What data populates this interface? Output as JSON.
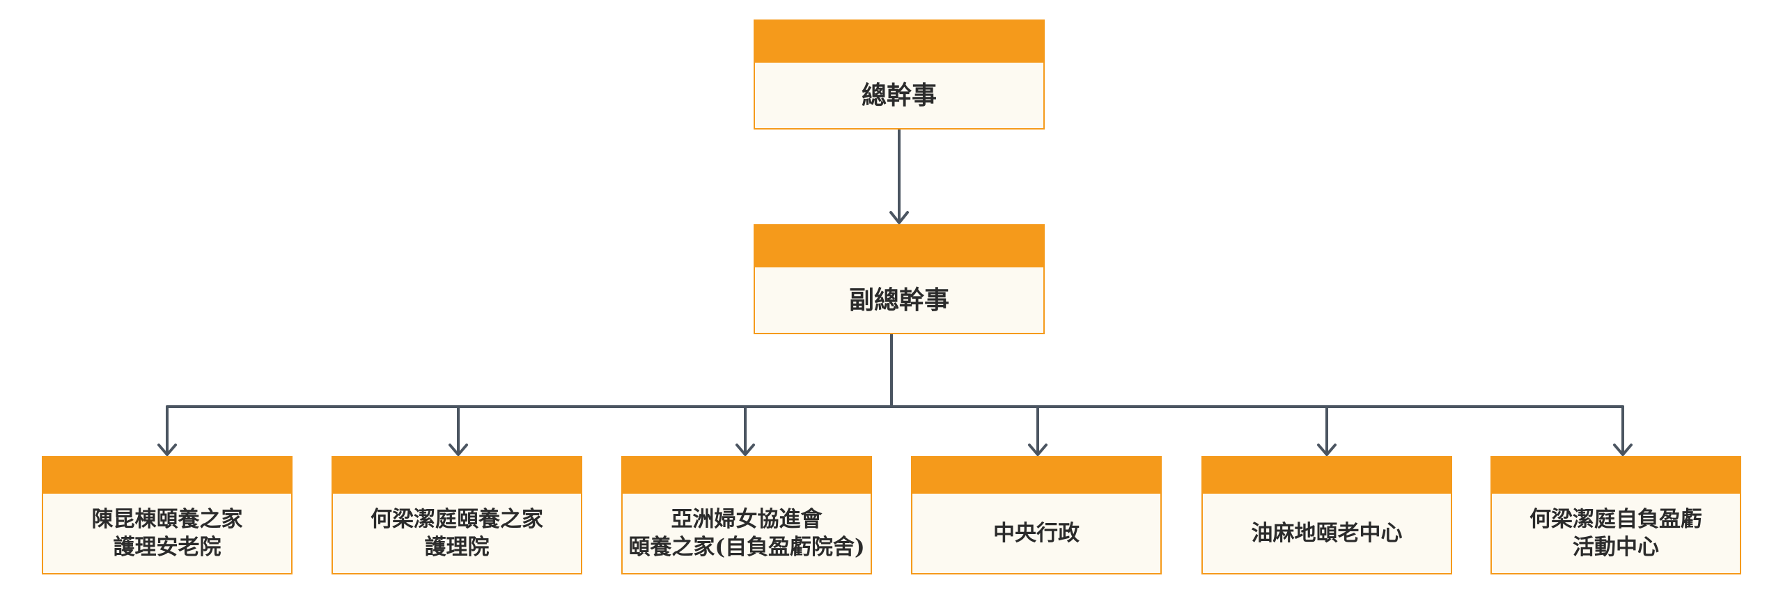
{
  "colors": {
    "box_header": "#f59a1b",
    "box_border": "#f59a1b",
    "box_fill": "#fdfaf2",
    "connector": "#4b5561",
    "text": "#2b2b2b"
  },
  "general_manager": {
    "lines": [
      "總幹事"
    ]
  },
  "deputy_general_manager": {
    "lines": [
      "副總幹事"
    ]
  },
  "units": [
    {
      "lines": [
        "陳昆棟頤養之家",
        "護理安老院"
      ]
    },
    {
      "lines": [
        "何梁潔庭頤養之家",
        "護理院"
      ]
    },
    {
      "lines": [
        "亞洲婦女協進會",
        "頤養之家(自負盈虧院舍)"
      ]
    },
    {
      "lines": [
        "中央行政"
      ]
    },
    {
      "lines": [
        "油麻地頤老中心"
      ]
    },
    {
      "lines": [
        "何梁潔庭自負盈虧",
        "活動中心"
      ]
    }
  ]
}
